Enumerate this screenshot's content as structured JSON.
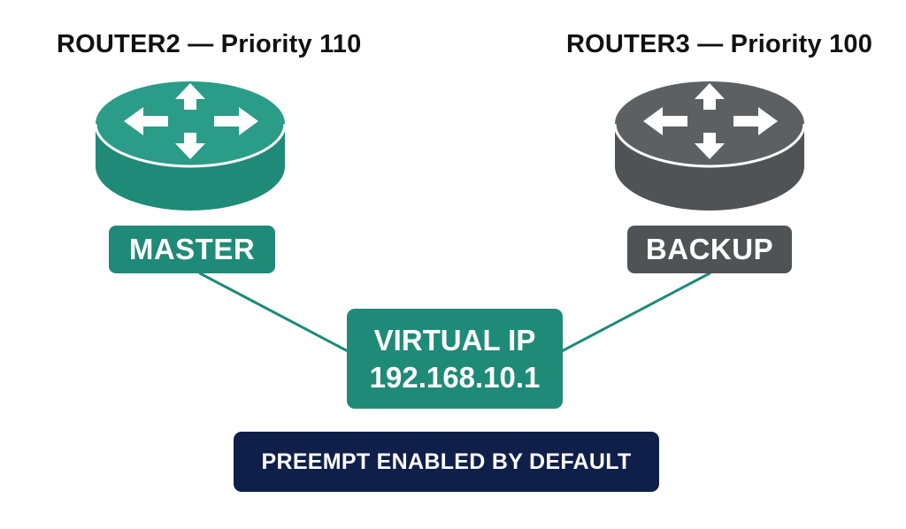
{
  "routers": [
    {
      "id": "router2",
      "title": "ROUTER2 — Priority 110",
      "role": "MASTER",
      "icon": "router-icon",
      "color": "#1f8a78"
    },
    {
      "id": "router3",
      "title": "ROUTER3 — Priority 100",
      "role": "BACKUP",
      "icon": "router-icon",
      "color": "#505355"
    }
  ],
  "virtual_ip": {
    "label": "VIRTUAL IP",
    "address": "192.168.10.1",
    "color": "#1f8a78"
  },
  "note": {
    "text": "PREEMPT ENABLED BY DEFAULT",
    "color": "#0f1f4a"
  },
  "colors": {
    "master": "#1f8a78",
    "backup": "#505355",
    "link": "#1f8a78",
    "note_bg": "#0f1f4a"
  }
}
